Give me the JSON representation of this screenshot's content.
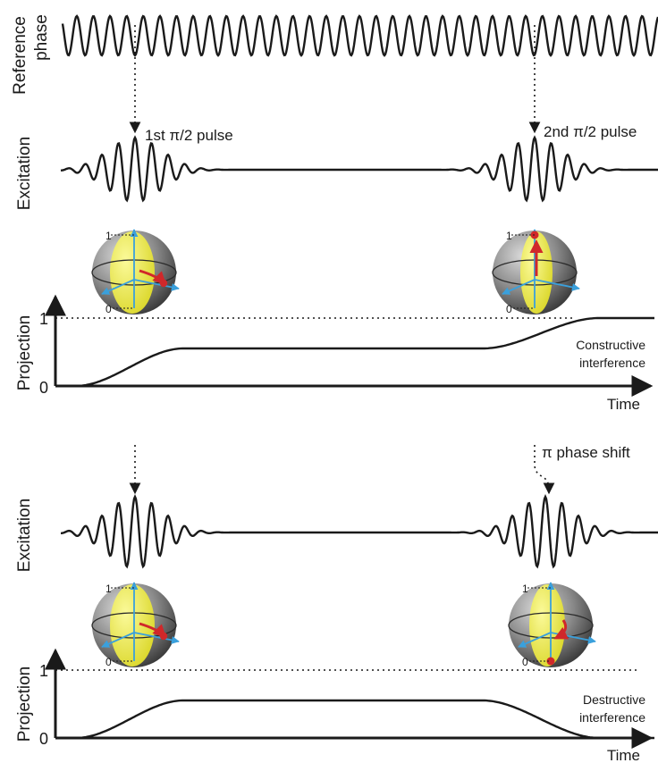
{
  "top": {
    "reference_label_line1": "Reference",
    "reference_label_line2": "phase",
    "excitation_label": "Excitation",
    "pulse1_label": "1st π/2 pulse",
    "pulse2_label": "2nd π/2 pulse",
    "projection_label": "Projection",
    "tick_one": "1",
    "tick_zero": "0",
    "outcome_line1": "Constructive",
    "outcome_line2": "interference",
    "time_label": "Time",
    "bloch1_top": "1",
    "bloch1_bottom": "0",
    "bloch2_top": "1",
    "bloch2_bottom": "0"
  },
  "bottom": {
    "excitation_label": "Excitation",
    "phase_shift_label": "π phase shift",
    "projection_label": "Projection",
    "tick_one": "1",
    "tick_zero": "0",
    "outcome_line1": "Destructive",
    "outcome_line2": "interference",
    "time_label": "Time",
    "bloch1_top": "1",
    "bloch1_bottom": "0",
    "bloch2_top": "1",
    "bloch2_bottom": "0"
  },
  "colors": {
    "sphere_gray": "#8a8a8a",
    "sphere_yellow": "#e6e23a",
    "axis_blue": "#3aa0dc",
    "state_red": "#d0282a"
  }
}
